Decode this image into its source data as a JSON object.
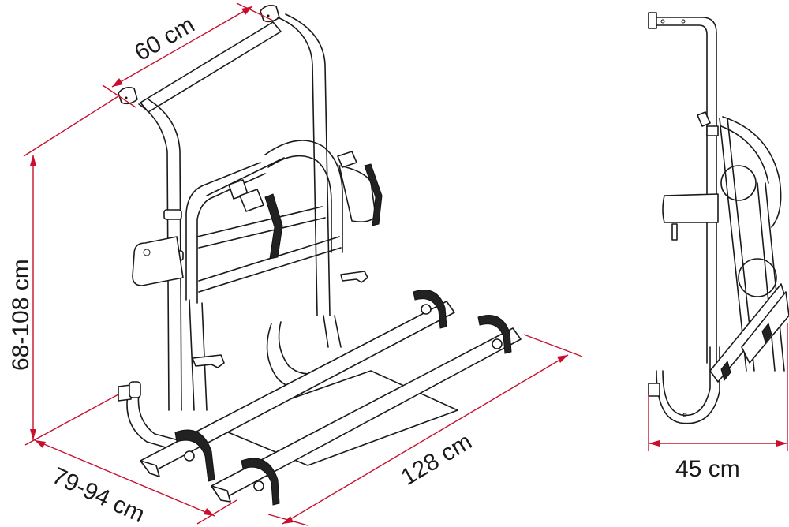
{
  "diagram": {
    "subject": "Caravan bike rack dimensional drawing",
    "views": [
      "perspective-front",
      "side-profile"
    ],
    "line_color": "#1a1a1a",
    "dimension_color": "#c8102e",
    "dimensions": {
      "top_width": "60 cm",
      "height": "68-108 cm",
      "depth": "79-94 cm",
      "rail_length": "128 cm",
      "side_depth": "45 cm"
    }
  }
}
